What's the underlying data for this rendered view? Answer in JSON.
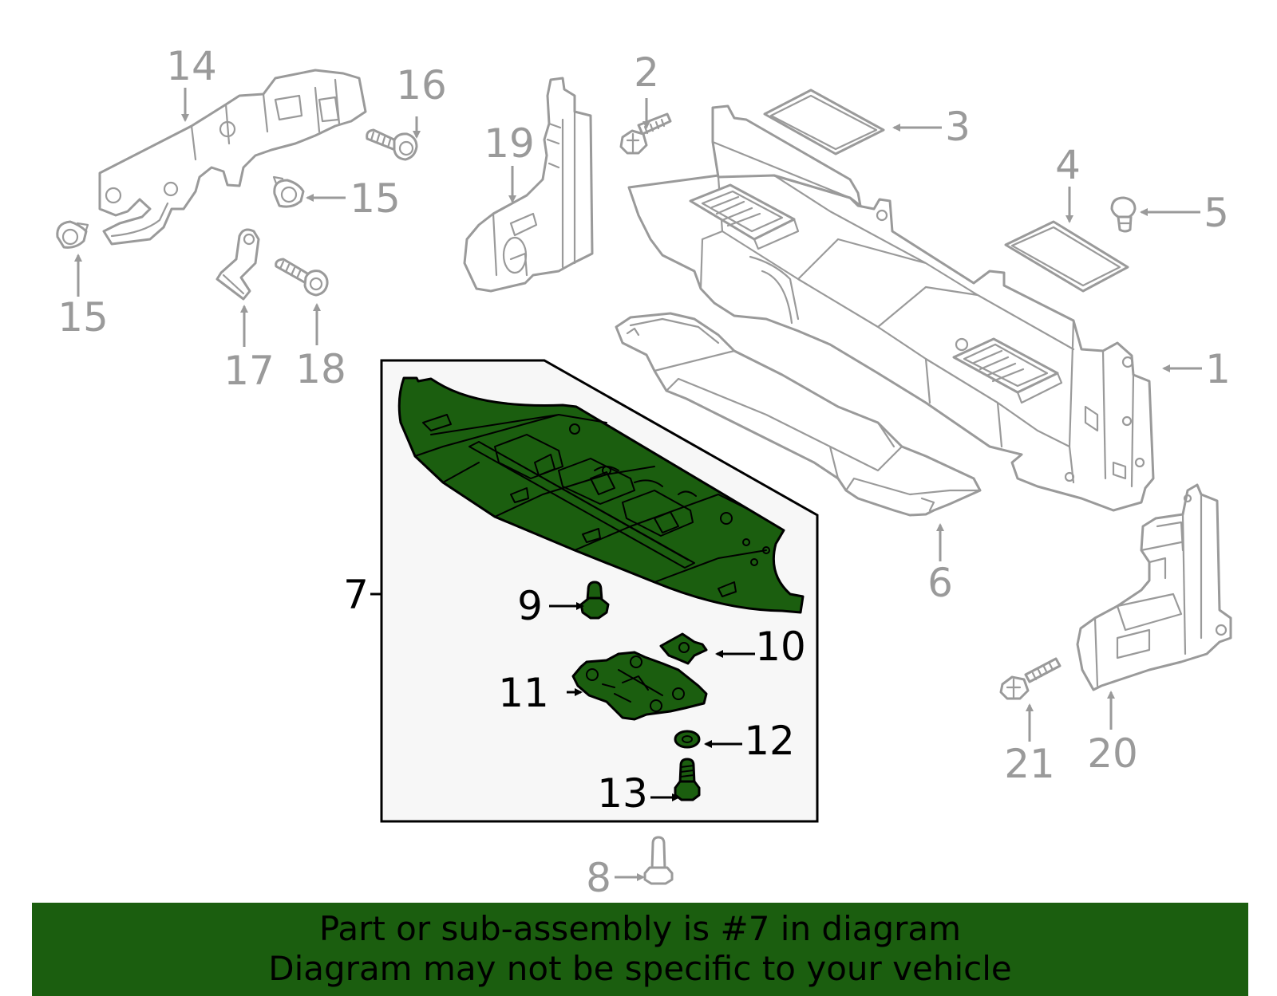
{
  "colors": {
    "highlight": "#1b5e0f",
    "banner": "#1b5e0f",
    "callout_gray": "#9a9a9a",
    "callout_black": "#000000",
    "inset_background": "#f7f7f7"
  },
  "highlighted_part": "7",
  "callouts": {
    "c1": "1",
    "c2": "2",
    "c3": "3",
    "c4": "4",
    "c5": "5",
    "c6": "6",
    "c7": "7",
    "c8": "8",
    "c9": "9",
    "c10": "10",
    "c11": "11",
    "c12": "12",
    "c13": "13",
    "c14": "14",
    "c15a": "15",
    "c15b": "15",
    "c16": "16",
    "c17": "17",
    "c18": "18",
    "c19": "19",
    "c20": "20",
    "c21": "21"
  },
  "banner": {
    "line1": "Part or sub-assembly is #7 in diagram",
    "line2": "Diagram may not be specific to your vehicle"
  }
}
